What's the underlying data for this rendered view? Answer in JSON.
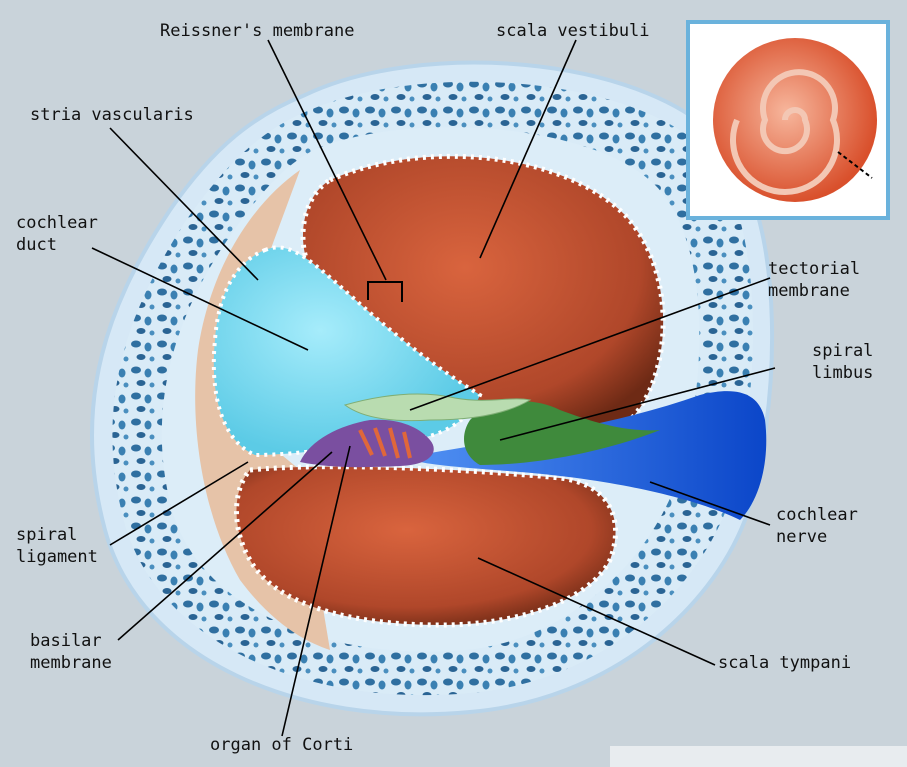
{
  "labels": {
    "reissners_membrane": "Reissner's membrane",
    "scala_vestibuli": "scala vestibuli",
    "stria_vascularis": "stria vascularis",
    "cochlear_duct": "cochlear\nduct",
    "tectorial_membrane": "tectorial\nmembrane",
    "spiral_limbus": "spiral\nlimbus",
    "spiral_ligament": "spiral\nligament",
    "cochlear_nerve": "cochlear\nnerve",
    "basilar_membrane": "basilar\nmembrane",
    "scala_tympani": "scala tympani",
    "organ_of_corti": "organ of Corti"
  },
  "colors": {
    "background": "#c9d3da",
    "bone": "#d6e8f6",
    "bone_dots": "#2e6f9e",
    "scala": "#b5482a",
    "duct": "#7fd6ee",
    "nerve": "#1e63d8",
    "limbus": "#3f8a3c",
    "tectorial": "#b9dcb0",
    "corti": "#7a4fa0",
    "ligament": "#e6c3a8"
  }
}
